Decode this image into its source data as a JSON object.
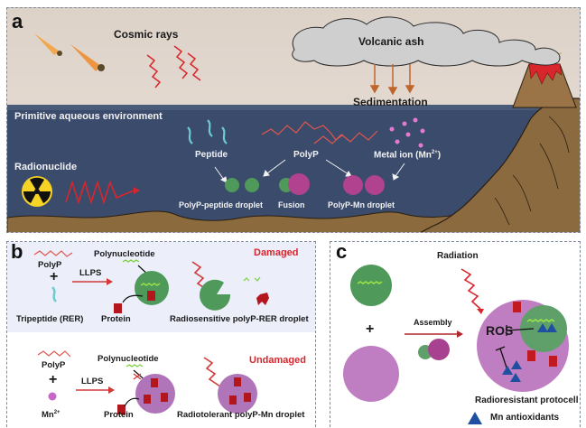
{
  "figure": {
    "panel_a": {
      "letter": "a",
      "cosmic_rays": "Cosmic rays",
      "volcanic_ash": "Volcanic ash",
      "sedimentation": "Sedimentation",
      "primitive_env": "Primitive aqueous environment",
      "radionuclide": "Radionuclide",
      "peptide": "Peptide",
      "polyp": "PolyP",
      "metal_ion": "Metal ion (Mn",
      "metal_ion_sup": "2+",
      "metal_ion_end": ")",
      "polyp_peptide_droplet": "PolyP-peptide droplet",
      "fusion": "Fusion",
      "polyp_mn_droplet": "PolyP-Mn droplet"
    },
    "panel_b": {
      "letter": "b",
      "top": {
        "polyp": "PolyP",
        "plus": "+",
        "tripeptide": "Tripeptide (RER)",
        "llps": "LLPS",
        "polynucleotide": "Polynucleotide",
        "protein": "Protein",
        "status": "Damaged",
        "caption": "Radiosensitive  polyP-RER droplet"
      },
      "bottom": {
        "polyp": "PolyP",
        "plus": "+",
        "mn": "Mn",
        "mn_sup": "2+",
        "llps": "LLPS",
        "polynucleotide": "Polynucleotide",
        "protein": "Protein",
        "status": "Undamaged",
        "caption": "Radiotolerant  polyP-Mn droplet"
      }
    },
    "panel_c": {
      "letter": "c",
      "radiation": "Radiation",
      "plus": "+",
      "assembly": "Assembly",
      "ros": "ROS",
      "caption": "Radioresistant protocell",
      "legend_label": "Mn antioxidants"
    },
    "colors": {
      "water": "#3a4a6b",
      "ground": "#8b6a3e",
      "radiation_red": "#d8262c",
      "peptide_cyan": "#6ecad0",
      "green_droplet": "#4f9a5a",
      "magenta_droplet": "#b0428f",
      "mn_triangle": "#1f4fa0",
      "panel_b_tint": "#eceef9"
    }
  }
}
